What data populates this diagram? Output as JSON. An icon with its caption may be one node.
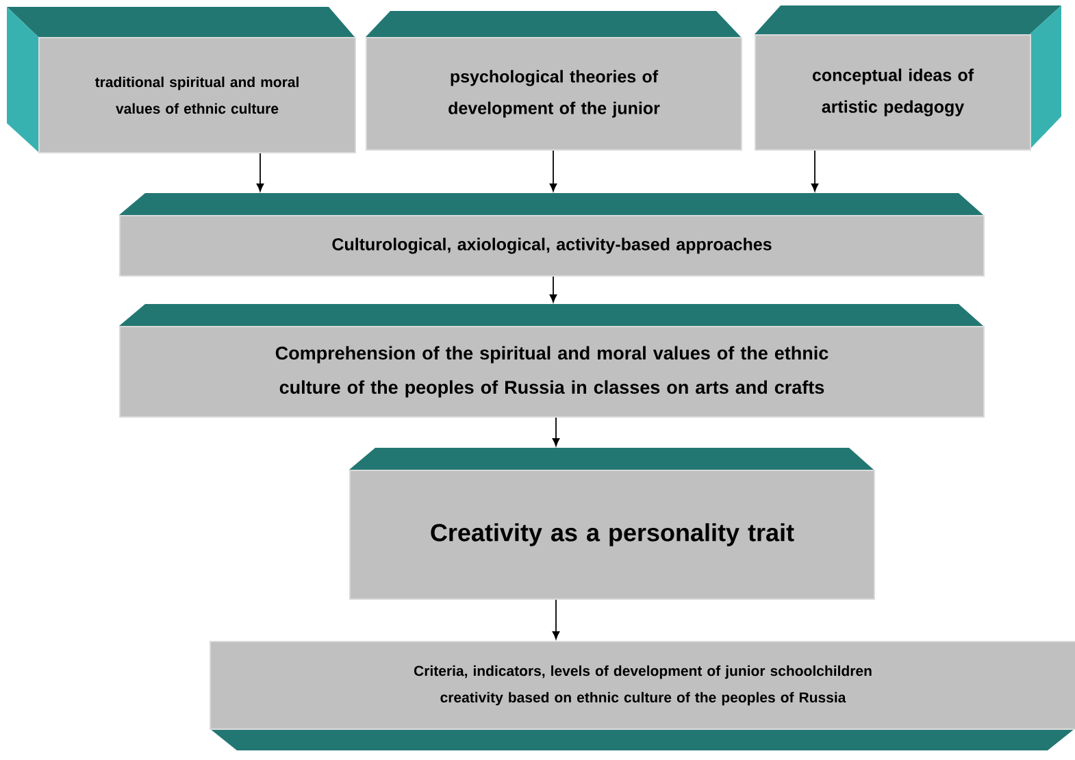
{
  "diagram": {
    "nodes": [
      {
        "text": [
          "traditional spiritual and moral values of ethnic culture"
        ]
      },
      {
        "text": [
          "psychological theories of development of the junior"
        ]
      },
      {
        "text": [
          "conceptual ideas of artistic pedagogy"
        ]
      },
      {
        "text": [
          "Culturological, axiological, activity-based approaches"
        ]
      },
      {
        "text": [
          "Comprehension of the spiritual and moral values of the ethnic culture of the peoples of Russia in classes on arts and crafts"
        ]
      },
      {
        "text": [
          "Creativity as a personality trait"
        ]
      },
      {
        "text": [
          "Criteria, indicators, levels of development of junior schoolchildren creativity based on ethnic culture of the peoples of Russia"
        ]
      }
    ],
    "edges": [
      {
        "from": 0,
        "to": 3,
        "arrow": "to"
      },
      {
        "from": 1,
        "to": 3,
        "arrow": "to"
      },
      {
        "from": 2,
        "to": 3,
        "arrow": "to"
      },
      {
        "from": 3,
        "to": 4,
        "arrow": "to"
      },
      {
        "from": 4,
        "to": 5,
        "arrow": "to"
      },
      {
        "from": 5,
        "to": 6,
        "arrow": "to"
      }
    ]
  }
}
